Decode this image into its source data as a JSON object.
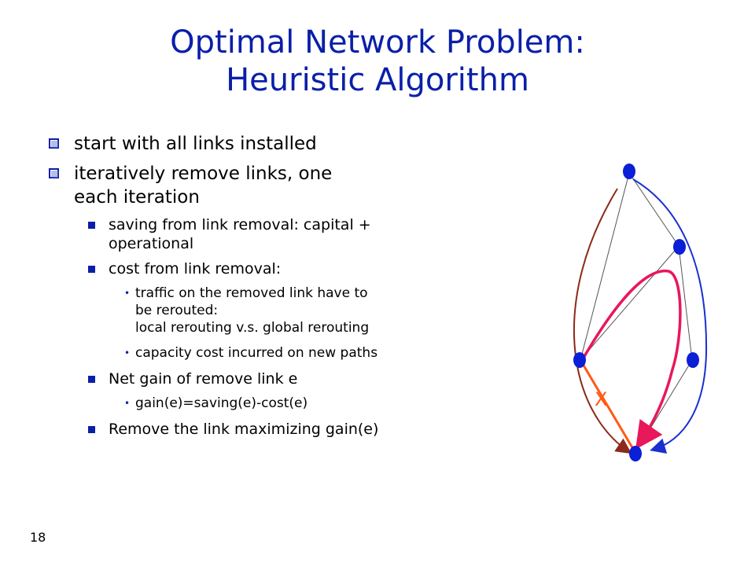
{
  "slide": {
    "title_line1": "Optimal Network Problem:",
    "title_line2": "Heuristic Algorithm",
    "page_number": "18"
  },
  "bullets": {
    "b1": "start with all links installed",
    "b2": "iteratively remove links, one\neach iteration",
    "b2_1": "saving from link removal: capital +\noperational",
    "b2_2": "cost from link removal:",
    "b2_2_1": "traffic on the removed link have to\nbe rerouted:\nlocal rerouting v.s. global rerouting",
    "b2_2_2": "capacity cost incurred on new paths",
    "b2_3": "Net gain of remove link e",
    "b2_3_1": "gain(e)=saving(e)-cost(e)",
    "b2_4": "Remove the link maximizing gain(e)"
  },
  "diagram": {
    "removed_mark": "X",
    "colors": {
      "node": "#0a1fd6",
      "link": "#555555",
      "local_reroute": "#e8185a",
      "global_reroute_brown": "#8b2a1a",
      "global_reroute_blue": "#1a2fd0",
      "removed_link": "#ff5a14"
    }
  }
}
